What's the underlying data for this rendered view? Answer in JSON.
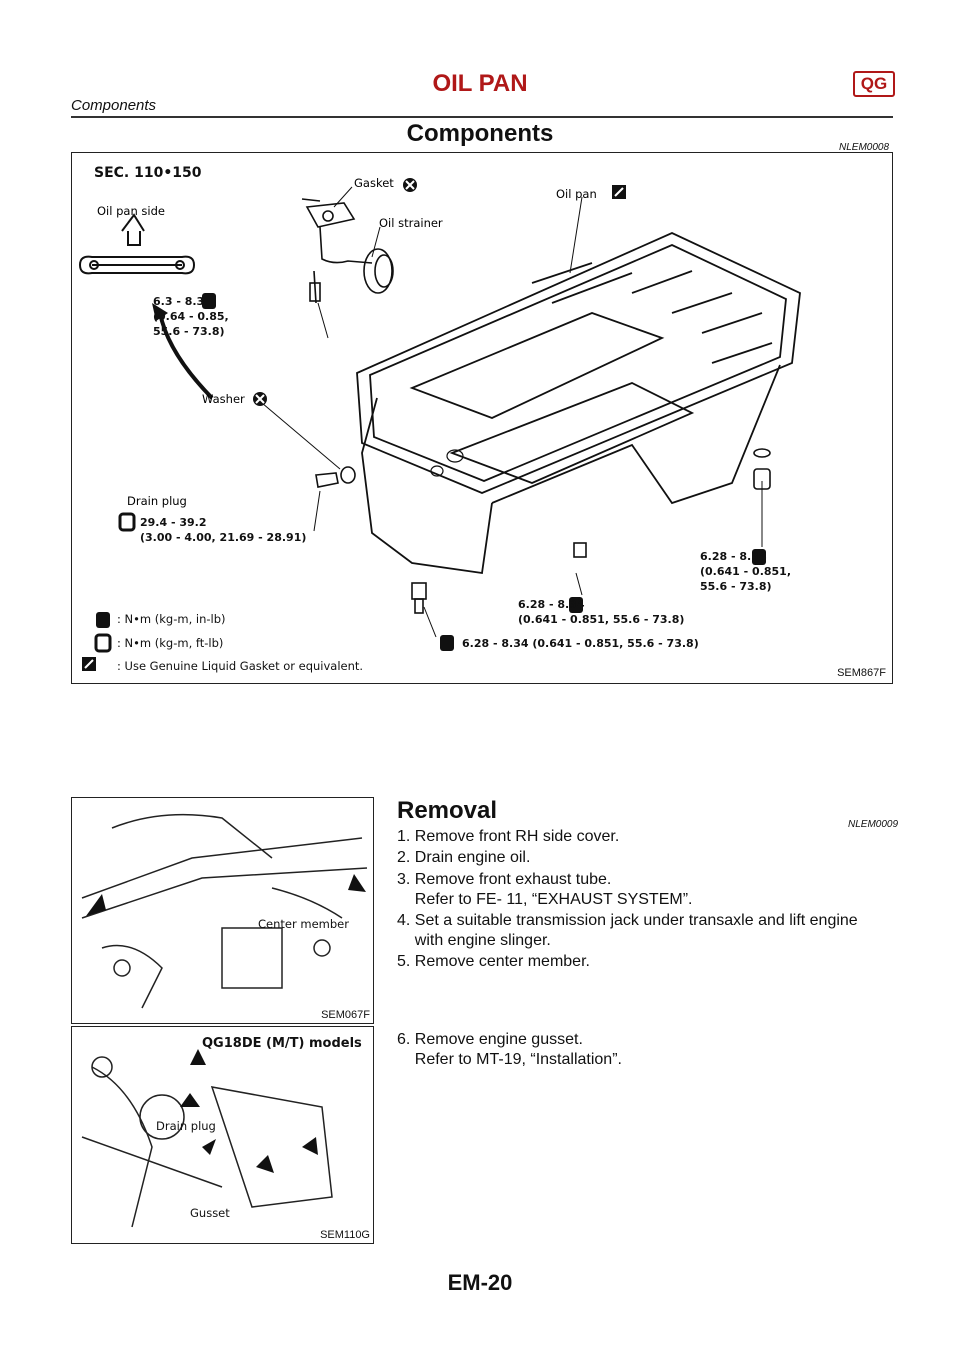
{
  "header": {
    "title": "OIL PAN",
    "badge": "QG",
    "subtitle": "Components"
  },
  "section1": {
    "title": "Components",
    "code": "NLEM0008"
  },
  "figure1": {
    "code": "SEM867F",
    "sec": "SEC. 110•150",
    "labels": {
      "oil_pan_side": "Oil pan side",
      "gasket": "Gasket",
      "oil_strainer": "Oil strainer",
      "oil_pan": "Oil pan",
      "washer": "Washer",
      "drain_plug": "Drain plug"
    },
    "specs": {
      "strainer_bolt": "6.3 - 8.3\n(0.64 - 0.85,\n55.6 - 73.8)",
      "drain_plug": "29.4 - 39.2\n(3.00 - 4.00, 21.69 - 28.91)",
      "right": "6.28 - 8.34\n(0.641 - 0.851,\n55.6 - 73.8)",
      "middle": "6.28 - 8.34\n(0.641 - 0.851, 55.6 - 73.8)",
      "bottom": "6.28 - 8.34 (0.641 - 0.851, 55.6 - 73.8)"
    },
    "legend": [
      ": N•m (kg-m, in-lb)",
      ": N•m (kg-m, ft-lb)",
      ": Use Genuine Liquid Gasket or equivalent."
    ],
    "icons": [
      "torque-in-lb-icon",
      "torque-ft-lb-icon",
      "liquid-gasket-icon",
      "do-not-reuse-icon"
    ]
  },
  "section2": {
    "title": "Removal",
    "code": "NLEM0009",
    "steps_a": [
      "1. Remove front RH side cover.",
      "2. Drain engine oil.",
      "3. Remove front exhaust tube.\n    Refer to FE- 11, “EXHAUST SYSTEM”.",
      "4. Set a suitable transmission jack under transaxle and lift engine\n    with engine slinger.",
      "5. Remove center member."
    ],
    "steps_b": [
      "6. Remove engine gusset.\n    Refer to MT-19, “Installation”."
    ]
  },
  "figure2": {
    "code": "SEM067F",
    "label": "Center member"
  },
  "figure3": {
    "code": "SEM110G",
    "title": "QG18DE (M/T) models",
    "drain_plug": "Drain plug",
    "gusset": "Gusset"
  },
  "footer": {
    "page": "EM-20"
  }
}
